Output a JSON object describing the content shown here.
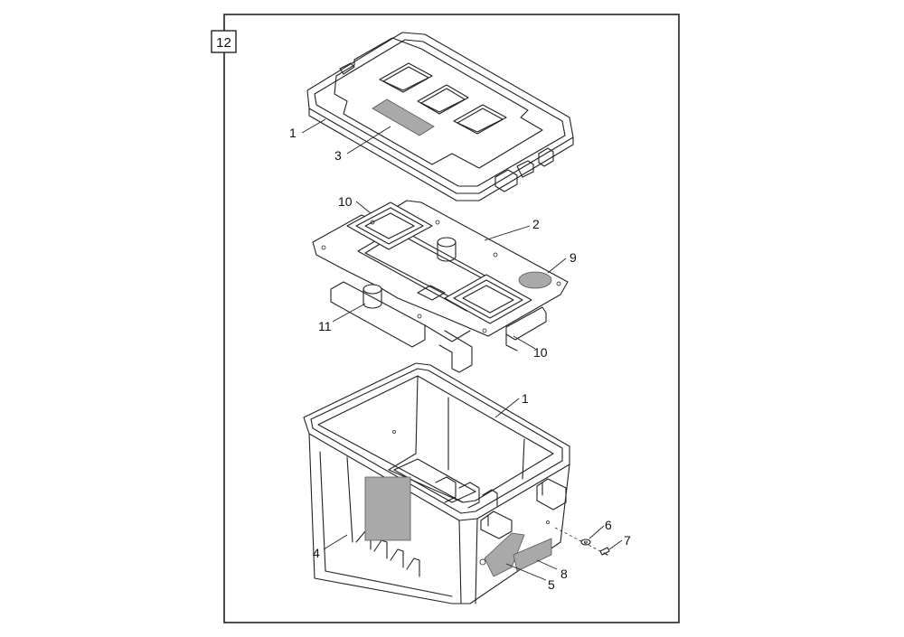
{
  "figure_number": "12",
  "callouts": [
    {
      "id": "lid-1",
      "text": "1"
    },
    {
      "id": "lid-label-3",
      "text": "3"
    },
    {
      "id": "tray-10-top",
      "text": "10"
    },
    {
      "id": "tray-2",
      "text": "2"
    },
    {
      "id": "plug-9",
      "text": "9"
    },
    {
      "id": "bracket-11",
      "text": "11"
    },
    {
      "id": "tray-10-bottom",
      "text": "10"
    },
    {
      "id": "box-1",
      "text": "1"
    },
    {
      "id": "label-4",
      "text": "4"
    },
    {
      "id": "washer-6",
      "text": "6"
    },
    {
      "id": "screw-7",
      "text": "7"
    },
    {
      "id": "label-8",
      "text": "8"
    },
    {
      "id": "label-5",
      "text": "5"
    }
  ],
  "colors": {
    "line": "#222222",
    "label_fill": "#a9a9a9",
    "background": "#ffffff"
  }
}
